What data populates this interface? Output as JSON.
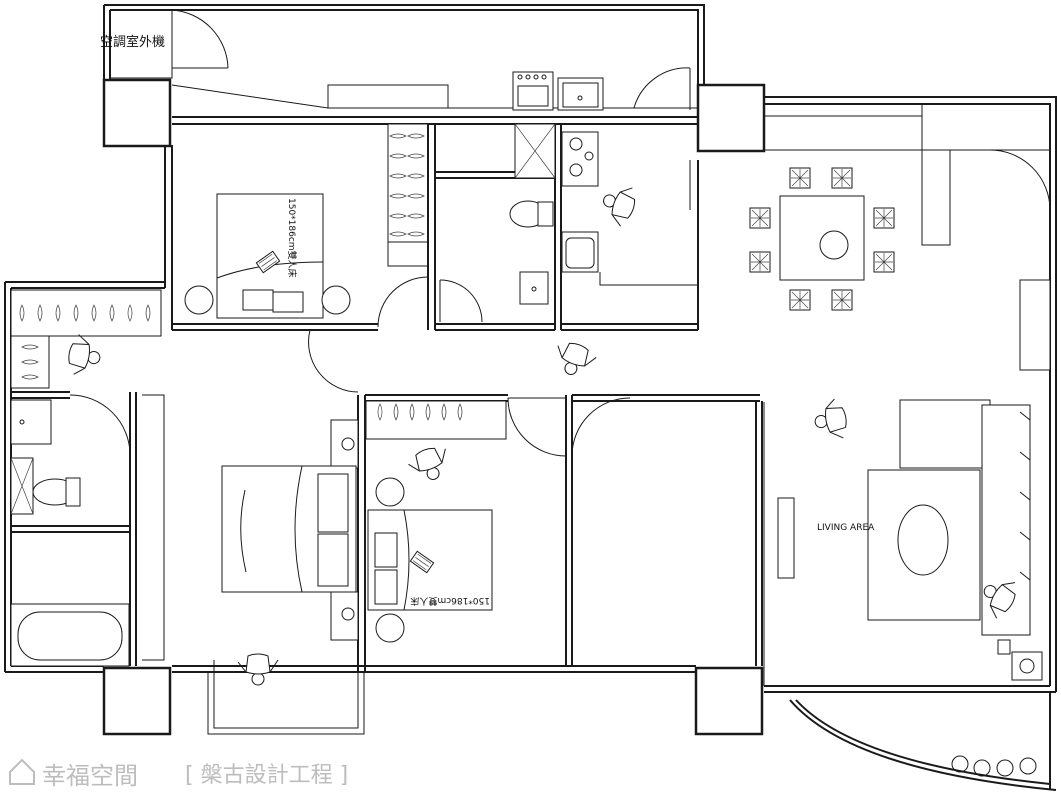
{
  "labels": {
    "ac_outdoor": "空調室外機",
    "bed_top": "150*186cm雙人床",
    "bed_mid": "150*186cm雙人床",
    "living": "LIVING AREA"
  },
  "watermark": {
    "brand": "幸福空間",
    "designer": "[ 槃古設計工程 ]"
  },
  "colors": {
    "line": "#1a1a1a",
    "watermark": "#bdbdbd"
  }
}
